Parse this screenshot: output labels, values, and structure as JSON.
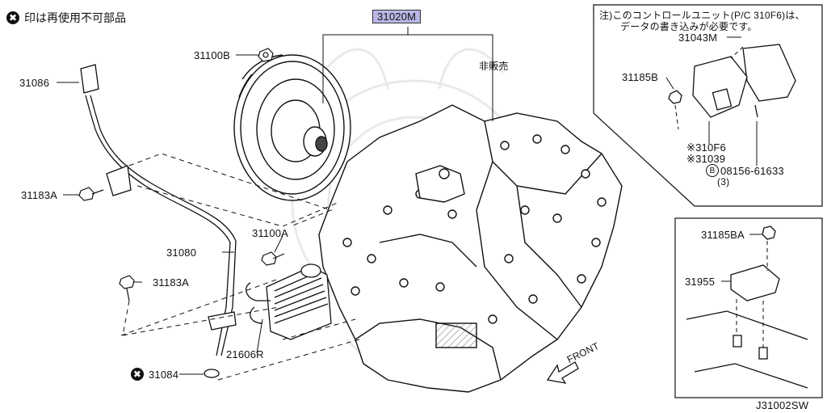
{
  "legend": {
    "symbol": "✖",
    "text": "印は再使用不可部品"
  },
  "labels": {
    "main_part": "31020M",
    "not_for_sale": "非販売",
    "p31100B": "31100B",
    "p31086": "31086",
    "p31183A_top": "31183A",
    "p31100A": "31100A",
    "p31080": "31080",
    "p31183A_bottom": "31183A",
    "p21606R": "21606R",
    "p31084": "31084",
    "front": "FRONT",
    "diagram_code": "J31002SW"
  },
  "inset_control_unit": {
    "note_line1": "注)このコントロールユニット(P/C 310F6)は、",
    "note_line2": "データの書き込みが必要です。",
    "p31043M": "31043M",
    "p31185B": "31185B",
    "p310F6": "※310F6",
    "p31039": "※31039",
    "bolt_symbol": "B",
    "bolt_part": "08156-61633",
    "bolt_qty": "(3)"
  },
  "inset_sensor": {
    "p31185BA": "31185BA",
    "p31955": "31955"
  }
}
